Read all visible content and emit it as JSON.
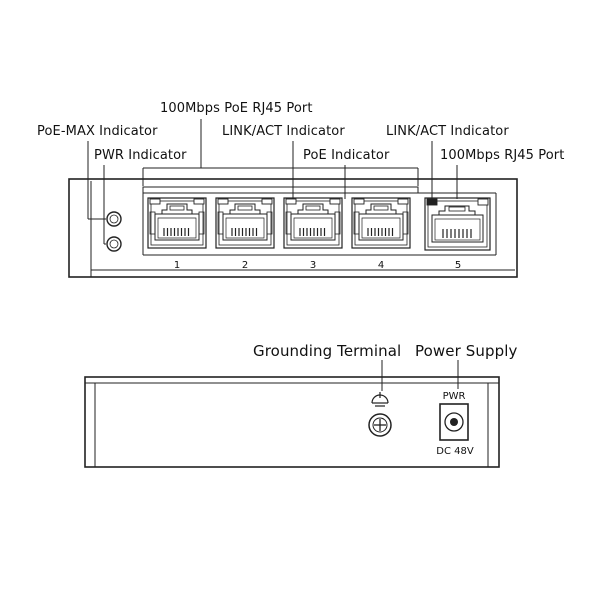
{
  "front_panel": {
    "labels": {
      "poe_port": "100Mbps PoE RJ45 Port",
      "poe_max": "PoE-MAX Indicator",
      "link_act_poe": "LINK/ACT Indicator",
      "link_act_uplink": "LINK/ACT Indicator",
      "pwr_indicator": "PWR Indicator",
      "poe_indicator": "PoE Indicator",
      "uplink_port": "100Mbps RJ45 Port"
    },
    "ports": [
      "1",
      "2",
      "3",
      "4",
      "5"
    ]
  },
  "rear_panel": {
    "labels": {
      "grounding": "Grounding Terminal",
      "power_supply": "Power Supply"
    },
    "pwr_text": "PWR",
    "dc_text": "DC 48V"
  }
}
